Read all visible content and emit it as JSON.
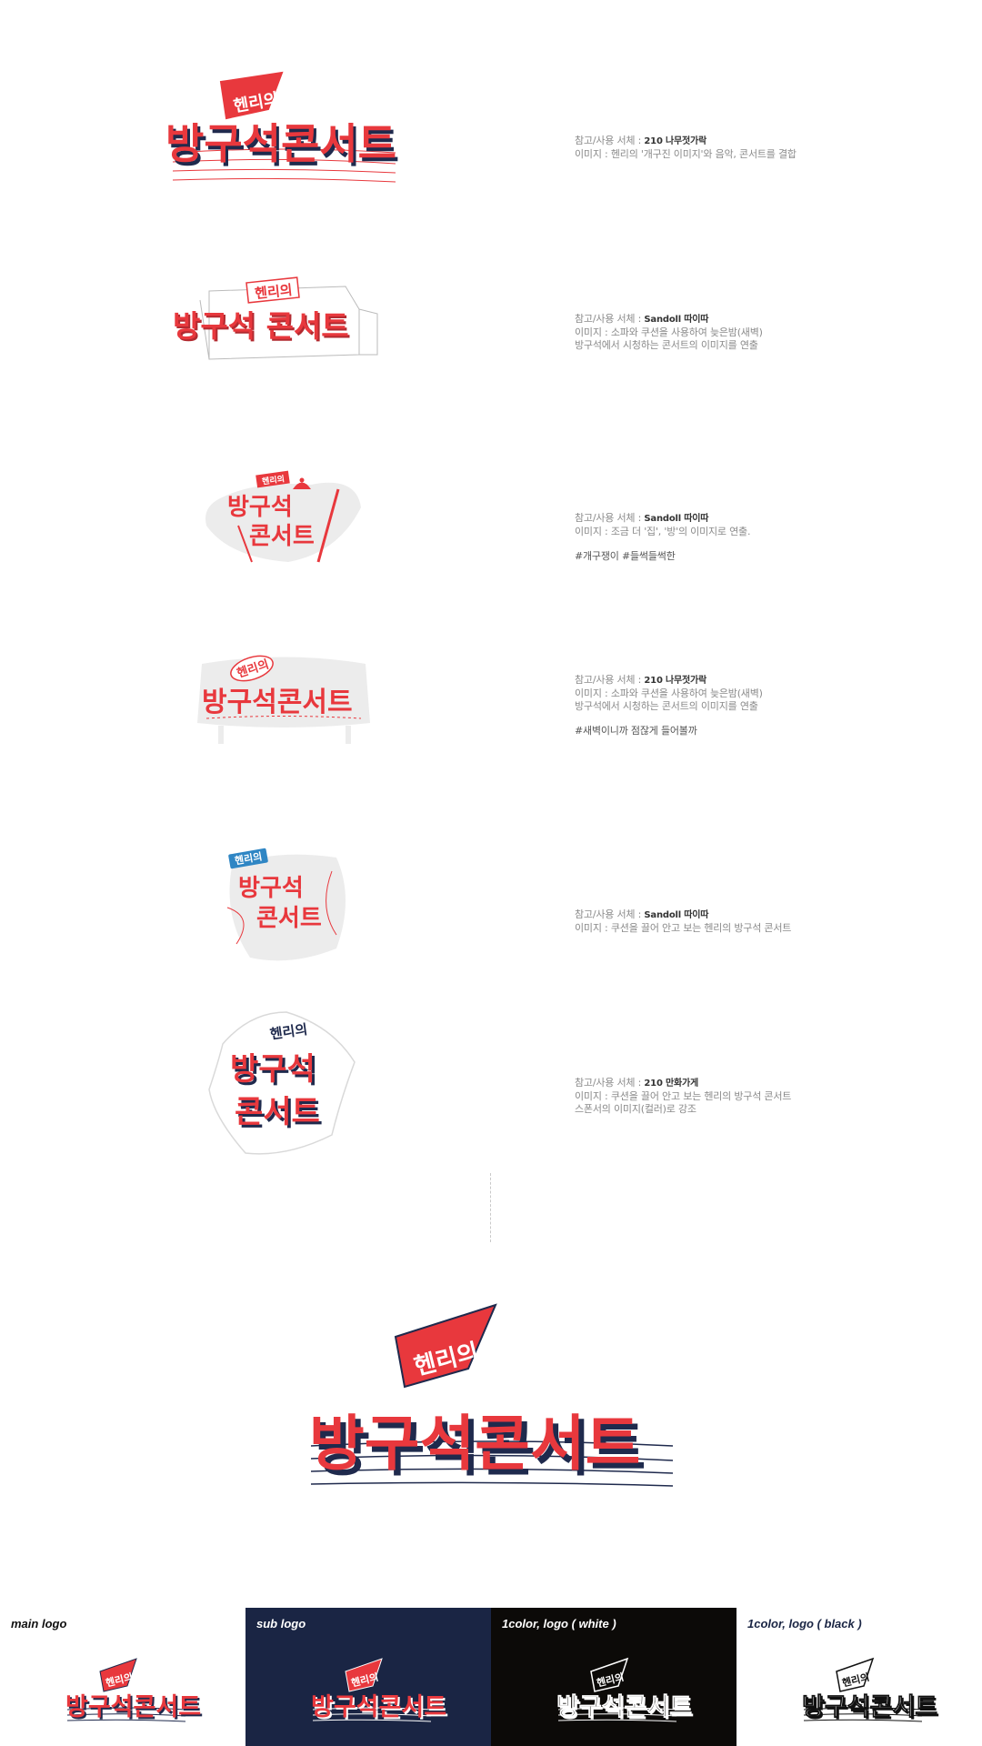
{
  "logos": [
    {
      "logo_small": "헨리의",
      "logo_main": "방구석콘서트",
      "ref_label": "참고/사용 서체 : ",
      "font": "210 나무젓가락",
      "desc_lines": [
        "이미지 : 헨리의 '개구진 이미지'와 음악, 콘서트를 결합"
      ],
      "hashtag": ""
    },
    {
      "logo_small": "헨리의",
      "logo_main": "방구석 콘서트",
      "ref_label": "참고/사용 서체 : ",
      "font": "Sandoll 따이따",
      "desc_lines": [
        "이미지 : 소파와 쿠션을 사용하여 늦은밤(새벽)",
        "방구석에서 시청하는 콘서트의 이미지를 연출"
      ],
      "hashtag": ""
    },
    {
      "logo_small": "헨리의",
      "logo_main_1": "방구석",
      "logo_main_2": "콘서트",
      "ref_label": "참고/사용 서체 : ",
      "font": "Sandoll 따이따",
      "desc_lines": [
        "이미지 : 조금 더 '집', '방'의 이미지로 연출."
      ],
      "hashtag": "#개구쟁이 #들썩들썩한"
    },
    {
      "logo_small": "헨리의",
      "logo_main": "방구석콘서트",
      "ref_label": "참고/사용 서체 : ",
      "font": "210 나무젓가락",
      "desc_lines": [
        "이미지 : 소파와 쿠션을 사용하여 늦은밤(새벽)",
        "방구석에서 시청하는 콘서트의 이미지를 연출"
      ],
      "hashtag": "#새벽이니까 점잖게 들어볼까"
    },
    {
      "logo_small": "헨리의",
      "logo_main_1": "방구석",
      "logo_main_2": "콘서트",
      "ref_label": "참고/사용 서체 : ",
      "font": "Sandoll 따이따",
      "desc_lines": [
        "이미지 : 쿠션을 끌어 안고 보는 헨리의 방구석 콘서트"
      ],
      "hashtag": ""
    },
    {
      "logo_small": "헨리의",
      "logo_main_1": "방구석",
      "logo_main_2": "콘서트",
      "ref_label": "참고/사용 서체 : ",
      "font": "210 만화가게",
      "desc_lines": [
        "이미지 : 쿠션을 끌어 안고 보는 헨리의 방구석 콘서트",
        "스폰서의 이미지(컬러)로 강조"
      ],
      "hashtag": ""
    }
  ],
  "final_logo": {
    "logo_small": "헨리의",
    "logo_main": "방구석콘서트"
  },
  "variants": [
    {
      "label": "main logo",
      "bg": "#ffffff",
      "label_color": "#111111",
      "logo_small": "헨리의",
      "logo_main": "방구석콘서트"
    },
    {
      "label": "sub logo",
      "bg": "#1a2544",
      "label_color": "#ffffff",
      "logo_small": "헨리의",
      "logo_main": "방구석콘서트"
    },
    {
      "label": "1color, logo ( white )",
      "bg": "#0c0a08",
      "label_color": "#ffffff",
      "logo_small": "헨리의",
      "logo_main": "방구석콘서트"
    },
    {
      "label": "1color, logo ( black )",
      "bg": "#ffffff",
      "label_color": "#1a2544",
      "logo_small": "헨리의",
      "logo_main": "방구석콘서트"
    }
  ],
  "colors": {
    "brand_red": "#e8383d",
    "brand_navy": "#1f2a4d",
    "pink_light": "#f7c9cb",
    "cushion_gray": "#ececec",
    "blue_tag": "#2f86c4"
  }
}
